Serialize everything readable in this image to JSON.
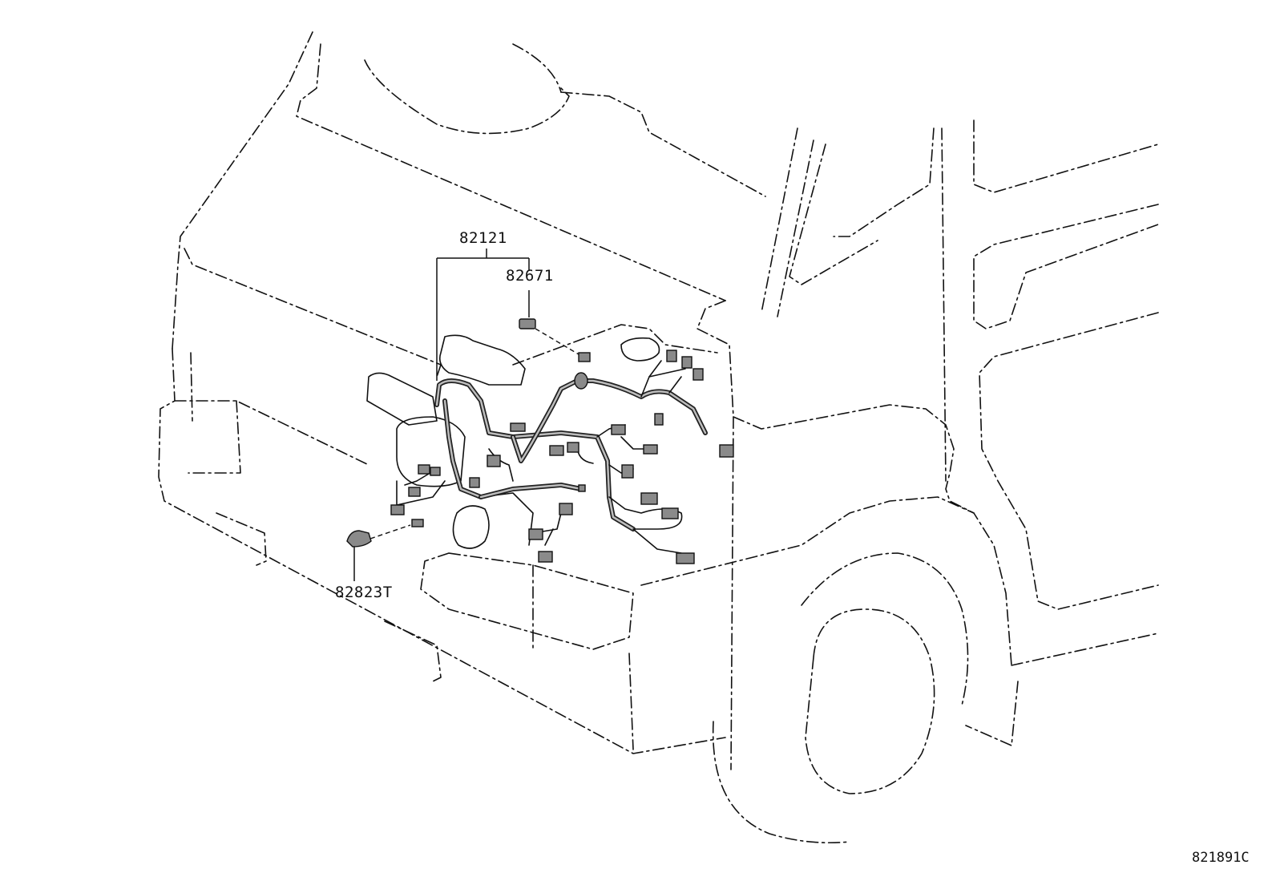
{
  "labels": {
    "main_harness": "82121",
    "sub_part_a": "82671",
    "sub_part_b": "82823T"
  },
  "figure_ref": "821891C"
}
